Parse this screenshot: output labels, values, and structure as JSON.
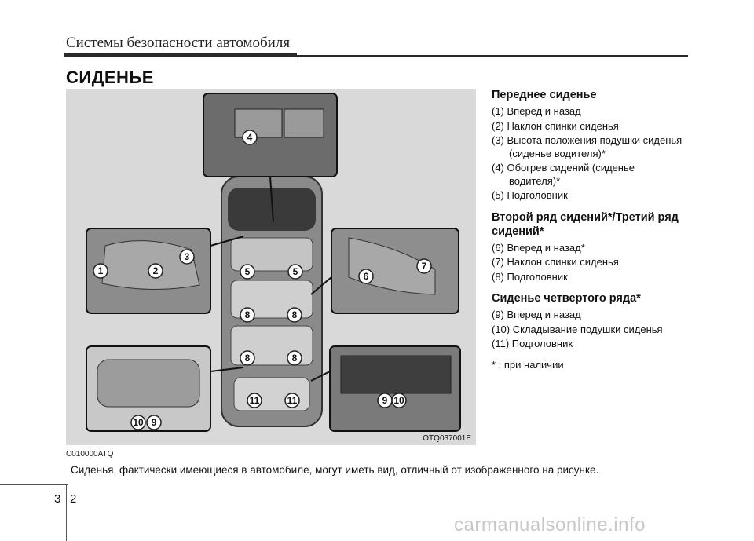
{
  "header": {
    "title": "Системы безопасности автомобиля"
  },
  "section": {
    "title": "СИДЕНЬЕ"
  },
  "figure": {
    "code": "OTQ037001E",
    "callouts": [
      "1",
      "2",
      "3",
      "4",
      "5",
      "5",
      "6",
      "7",
      "8",
      "8",
      "8",
      "8",
      "9",
      "10",
      "11",
      "11",
      "9",
      "10"
    ]
  },
  "caption": {
    "code": "C010000ATQ",
    "note": "Сиденья, фактически имеющиеся в автомобиле, могут иметь вид, отличный от изображенного на рисунке."
  },
  "front": {
    "title": "Переднее сиденье",
    "items": [
      "(1) Вперед и назад",
      "(2) Наклон спинки сиденья",
      "(3) Высота положения подушки сиденья (сиденье водителя)*",
      "(4) Обогрев сидений (сиденье водителя)*",
      "(5) Подголовник"
    ]
  },
  "second": {
    "title": "Второй ряд сидений*/Третий ряд сидений*",
    "items": [
      "(6) Вперед и назад*",
      "(7) Наклон спинки сиденья",
      "(8) Подголовник"
    ]
  },
  "fourth": {
    "title": "Сиденье четвертого ряда*",
    "items": [
      "(9) Вперед и назад",
      "(10) Складывание подушки сиденья",
      "(11) Подголовник"
    ]
  },
  "footnote": "* : при наличии",
  "page": {
    "section": "3",
    "number": "2"
  },
  "watermark": "carmanualsonline.info"
}
